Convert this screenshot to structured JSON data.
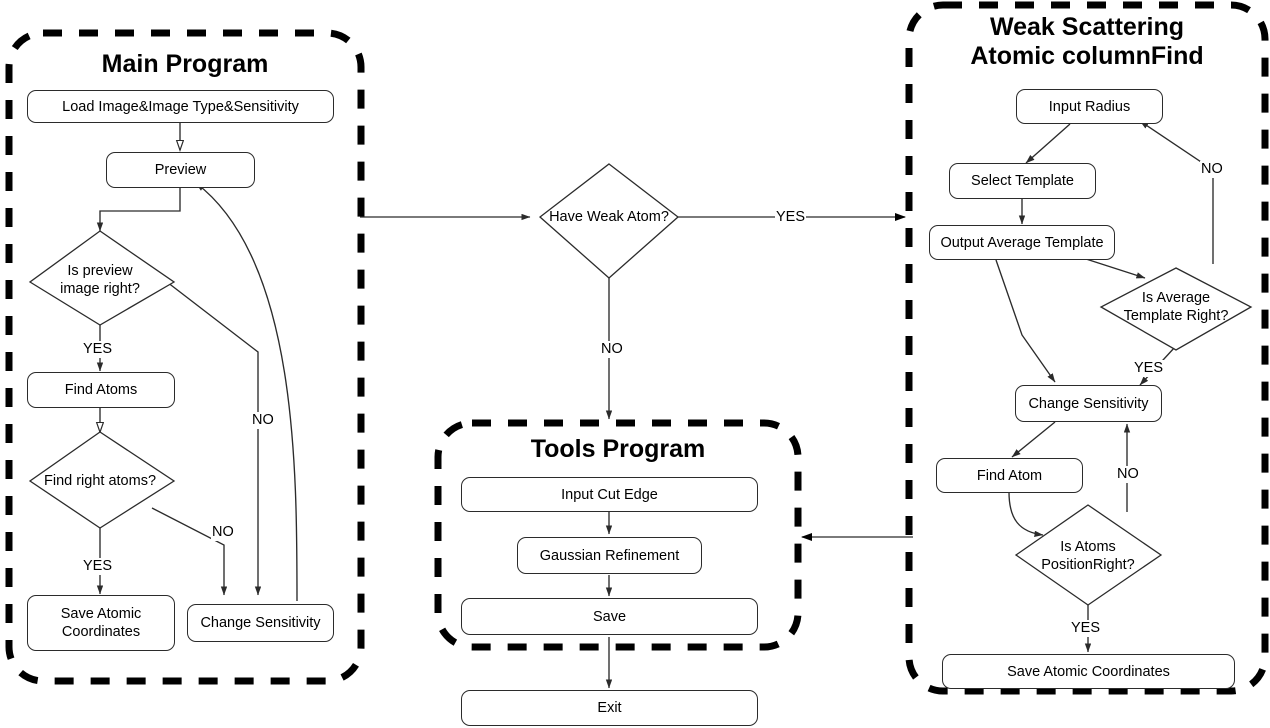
{
  "diagram": {
    "title_main": "Main Program",
    "title_tools": "Tools Program",
    "title_weak": "Weak Scattering\nAtomic columnFind",
    "stroke_color": "#2b2b2b",
    "panel_border_color": "#000000",
    "background": "#ffffff"
  },
  "main_program": {
    "panel_label": "Main Program",
    "nodes": {
      "load": "Load Image&Image Type&Sensitivity",
      "preview": "Preview",
      "is_preview_right": "Is preview\nimage right?",
      "find_atoms": "Find Atoms",
      "find_right_atoms": "Find right atoms?",
      "save_atomic_coordinates": "Save Atomic\nCoordinates",
      "change_sensitivity": "Change Sensitivity"
    },
    "edge_labels": {
      "preview_yes": "YES",
      "preview_no": "NO",
      "atoms_yes": "YES",
      "atoms_no": "NO"
    }
  },
  "center": {
    "decision": "Have Weak Atom?",
    "yes_label": "YES",
    "no_label": "NO"
  },
  "tools_program": {
    "panel_label": "Tools Program",
    "nodes": {
      "input_cut_edge": "Input Cut Edge",
      "gaussian_refinement": "Gaussian Refinement",
      "save": "Save",
      "exit": "Exit"
    }
  },
  "weak_scattering": {
    "panel_label": "Weak Scattering\nAtomic columnFind",
    "nodes": {
      "input_radius": "Input Radius",
      "select_template": "Select Template",
      "output_average_template": "Output Average Template",
      "is_average_template_right": "Is Average\nTemplate Right?",
      "change_sensitivity": "Change Sensitivity",
      "find_atom": "Find Atom",
      "is_atoms_position_right": "Is Atoms\nPositionRight?",
      "save_atomic_coordinates": "Save Atomic Coordinates"
    },
    "edge_labels": {
      "template_no": "NO",
      "template_yes": "YES",
      "position_no": "NO",
      "position_yes": "YES"
    }
  }
}
